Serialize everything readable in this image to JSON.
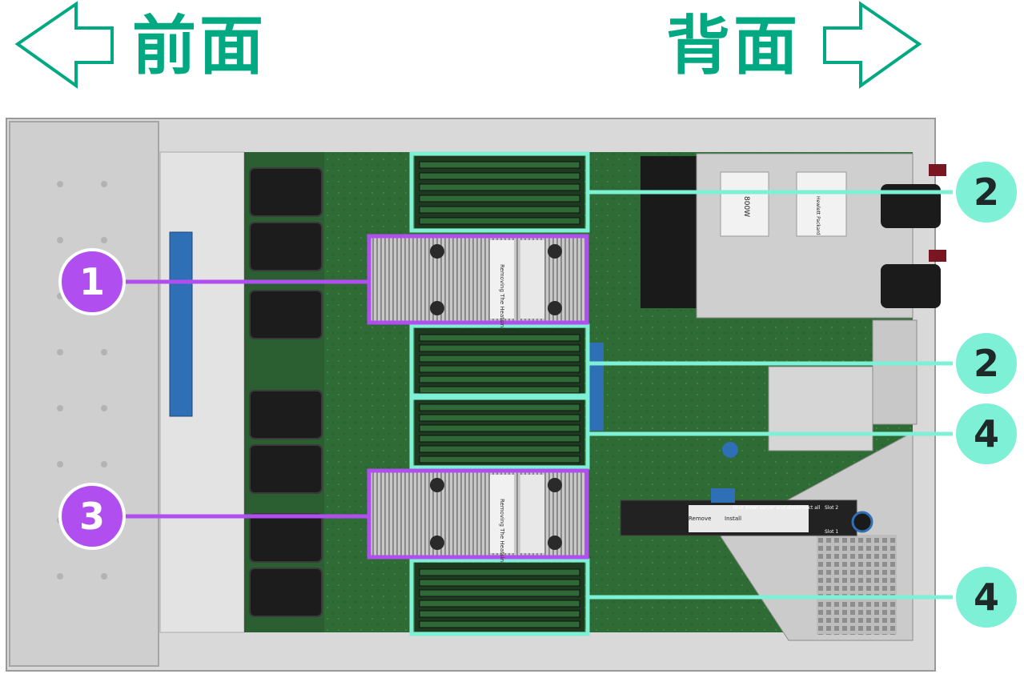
{
  "header": {
    "front_label": "前面",
    "back_label": "背面"
  },
  "colors": {
    "brand_green": "#01a982",
    "processor_callout": "#b14ef0",
    "memory_callout": "#7ef0d6",
    "badge_text_dark": "#1e2a2a",
    "badge_text_light": "#ffffff"
  },
  "callouts": {
    "processor_1": "1",
    "processor_2": "3",
    "memory_top": "2",
    "memory_mid": "2",
    "memory_lower_mid": "4",
    "memory_bottom": "4"
  },
  "labels": {
    "heatsink_title": "Removing The Heatsink",
    "riser_remove": "Remove",
    "riser_install": "Install",
    "riser_warning": "Shut down server and disconnect all",
    "slot_2": "Slot 2",
    "slot_1": "Slot 1",
    "psu_model": "800W",
    "psu_brand": "Hewlett Packard"
  }
}
